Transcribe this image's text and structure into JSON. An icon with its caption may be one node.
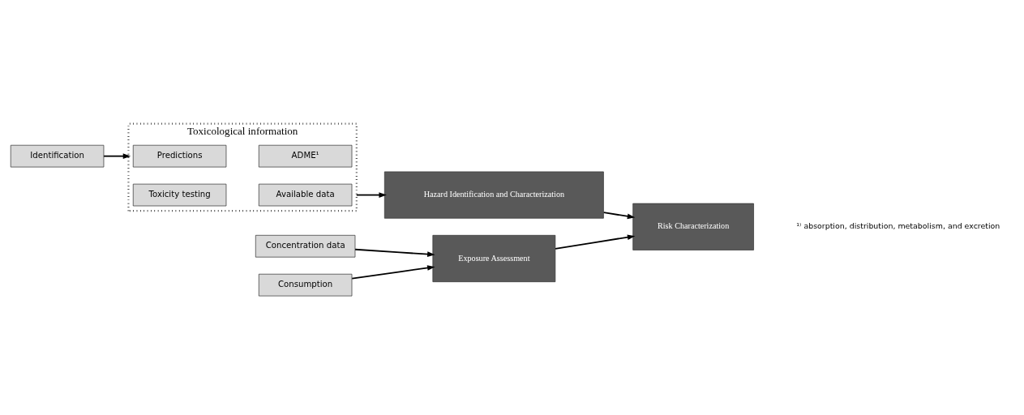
{
  "diagram": {
    "nodes": [
      {
        "text": [
          "Identification"
        ]
      },
      {
        "text": [
          "Toxicological information"
        ]
      },
      {
        "text": [
          "Predictions"
        ],
        "in": 1
      },
      {
        "text": [
          "ADME¹"
        ],
        "in": 1
      },
      {
        "text": [
          "Toxicity testing"
        ],
        "in": 1
      },
      {
        "text": [
          "Available data"
        ],
        "in": 1
      },
      {
        "text": [
          "Concentration data"
        ]
      },
      {
        "text": [
          "Consumption"
        ]
      },
      {
        "text": [
          "Exposure Assessment"
        ]
      },
      {
        "text": [
          "Hazard Identification and Characterization"
        ]
      },
      {
        "text": [
          "Risk Characterization"
        ]
      }
    ],
    "edges": [
      {
        "from": 0,
        "to": 1,
        "arrow": "to"
      },
      {
        "from": 1,
        "to": 9,
        "arrow": "to"
      },
      {
        "from": 6,
        "to": 8,
        "arrow": "to"
      },
      {
        "from": 7,
        "to": 8,
        "arrow": "to"
      },
      {
        "from": 9,
        "to": 10,
        "arrow": "to"
      },
      {
        "from": 8,
        "to": 10,
        "arrow": "to"
      }
    ],
    "labels": [
      "¹⁾ absorption, distribution, metabolism, and excretion"
    ]
  }
}
